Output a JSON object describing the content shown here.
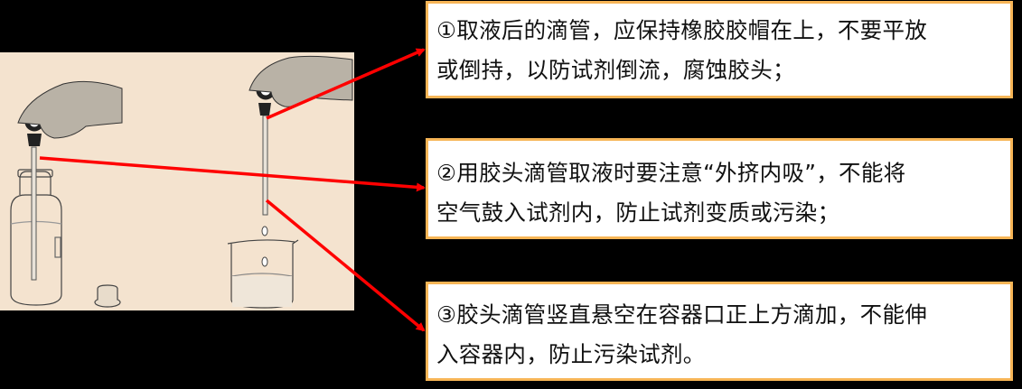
{
  "illustration": {
    "left_scene": "hand-holding-dropper-in-reagent-bottle",
    "right_scene": "hand-holding-dropper-above-beaker",
    "background_color": "#f4e3cf"
  },
  "notes": [
    {
      "id": 1,
      "lines": [
        "①取液后的滴管，应保持橡胶胶帽在上，不要平放",
        "或倒持，以防试剂倒流，腐蚀胶头；"
      ]
    },
    {
      "id": 2,
      "lines": [
        "②用胶头滴管取液时要注意“外挤内吸”，不能将",
        "空气鼓入试剂内，防止试剂变质或污染；"
      ]
    },
    {
      "id": 3,
      "lines": [
        "③胶头滴管竖直悬空在容器口正上方滴加，不能伸",
        "入容器内，防止污染试剂。"
      ]
    }
  ],
  "colors": {
    "arrow": "#ff0000",
    "note_border": "#f7b556",
    "note_background": "#ffffff",
    "page_background": "#000000"
  }
}
